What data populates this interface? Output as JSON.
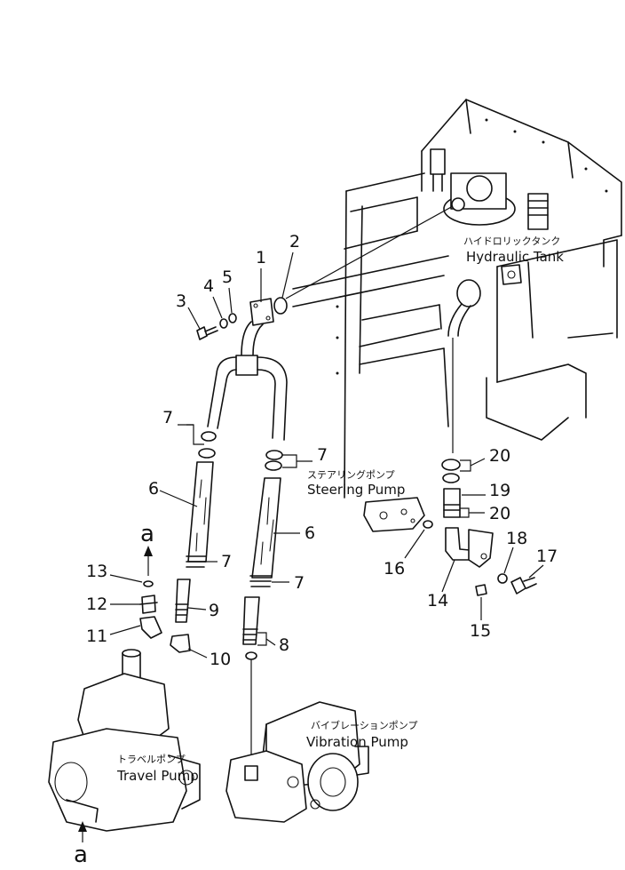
{
  "labels": {
    "hydraulic_tank_jp": "ハイドロリックタンク",
    "hydraulic_tank_en": "Hydraulic Tank",
    "steering_pump_jp": "ステアリングポンプ",
    "steering_pump_en": "Steering Pump",
    "vibration_pump_jp": "バイブレーションポンプ",
    "vibration_pump_en": "Vibration Pump",
    "travel_pump_jp": "トラベルポンプ",
    "travel_pump_en": "Travel Pump",
    "ref_a_top": "a",
    "ref_a_bottom": "a"
  },
  "parts": [
    "1",
    "2",
    "3",
    "4",
    "5",
    "6",
    "6",
    "7",
    "7",
    "7",
    "7",
    "8",
    "9",
    "10",
    "11",
    "12",
    "13",
    "14",
    "15",
    "16",
    "17",
    "18",
    "19",
    "20",
    "20"
  ]
}
